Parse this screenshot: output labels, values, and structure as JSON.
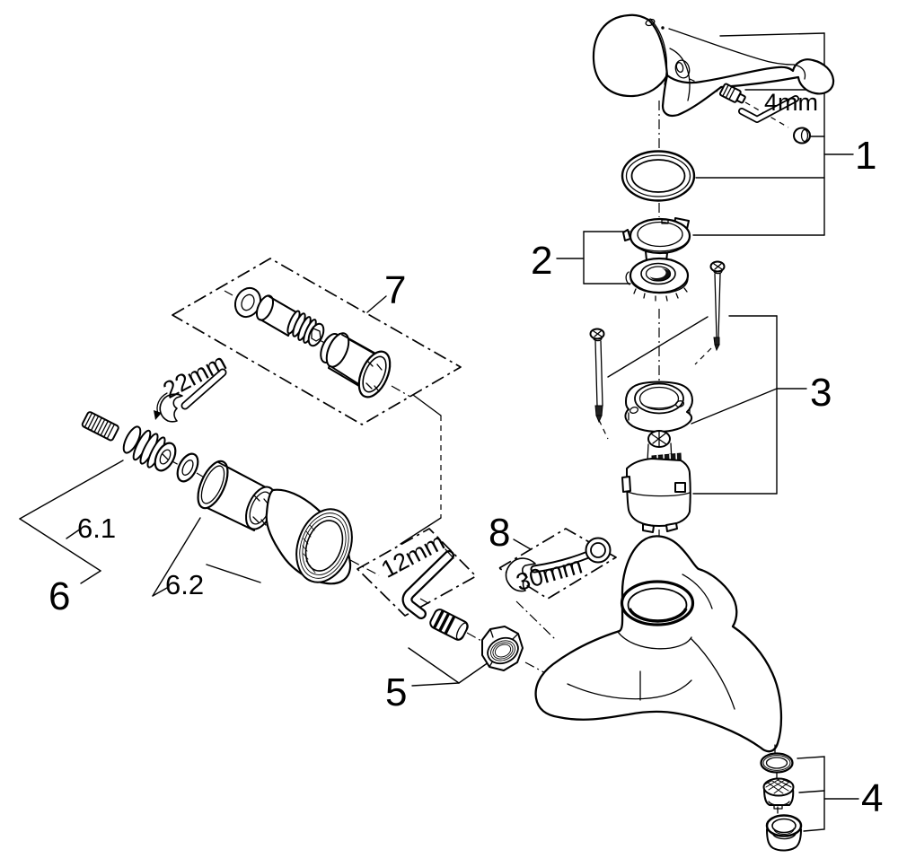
{
  "figure": {
    "kind": "exploded-parts-diagram",
    "background_color": "#ffffff",
    "line_color": "#000000",
    "part_labels": {
      "p1": "1",
      "p2": "2",
      "p3": "3",
      "p4": "4",
      "p5": "5",
      "p6": "6",
      "p6_1": "6.1",
      "p6_2": "6.2",
      "p7": "7",
      "p8": "8"
    },
    "dimension_labels": {
      "handle_screw_hex": "4mm",
      "union_wrench": "22mm",
      "valve_hex": "12mm",
      "nut_wrench": "30mm"
    }
  }
}
